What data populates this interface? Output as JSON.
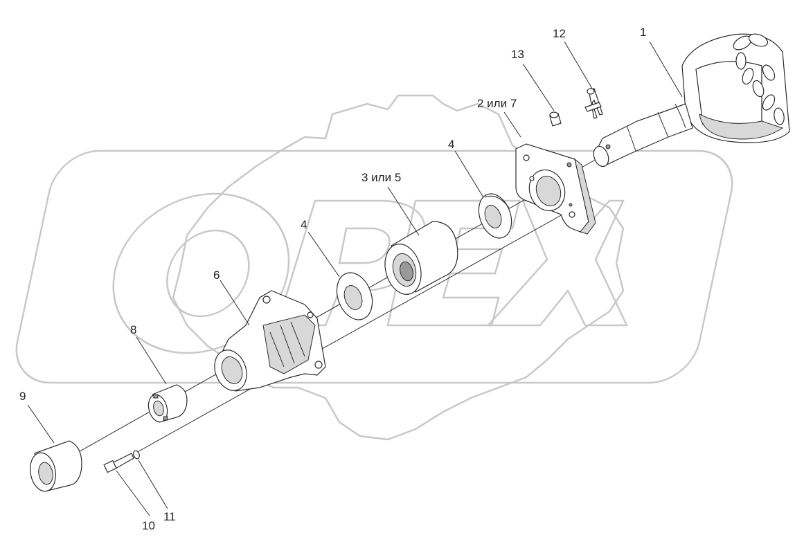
{
  "watermark": {
    "text": "OPEX",
    "color": "#c8c8c8"
  },
  "callouts": [
    {
      "id": "c1",
      "label": "1"
    },
    {
      "id": "c12",
      "label": "12"
    },
    {
      "id": "c13",
      "label": "13"
    },
    {
      "id": "c2",
      "label": "2 или 7"
    },
    {
      "id": "c4a",
      "label": "4"
    },
    {
      "id": "c35",
      "label": "3 или 5"
    },
    {
      "id": "c4b",
      "label": "4"
    },
    {
      "id": "c6",
      "label": "6"
    },
    {
      "id": "c8",
      "label": "8"
    },
    {
      "id": "c9",
      "label": "9"
    },
    {
      "id": "c10",
      "label": "10"
    },
    {
      "id": "c11",
      "label": "11"
    }
  ]
}
